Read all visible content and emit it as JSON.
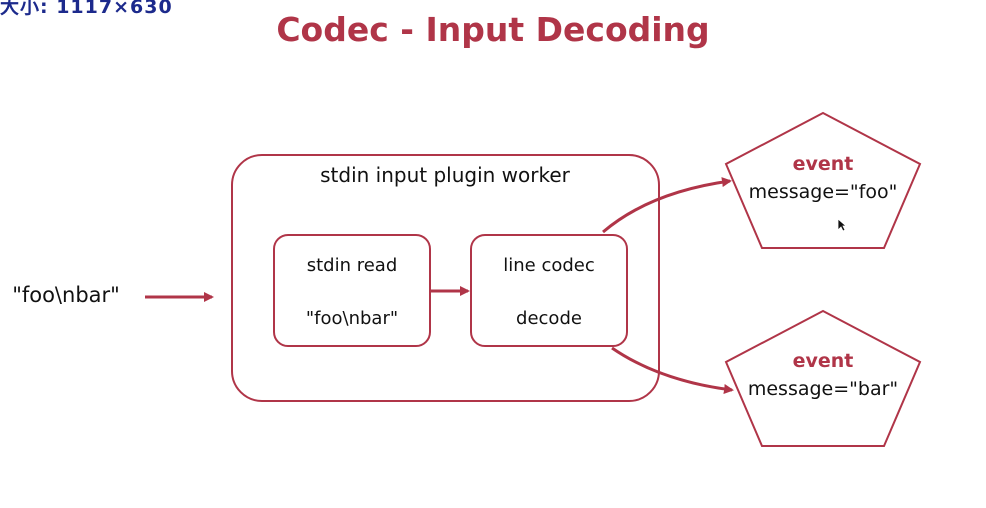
{
  "watermark": "大小: 1117×630",
  "title": "Codec - Input Decoding",
  "input": {
    "text": "\"foo\\nbar\""
  },
  "worker": {
    "title": "stdin input plugin worker",
    "read_box": {
      "line1": "stdin read",
      "line2": "\"foo\\nbar\""
    },
    "codec_box": {
      "line1": "line codec",
      "line2": "decode"
    }
  },
  "events": [
    {
      "title": "event",
      "message": "message=\"foo\""
    },
    {
      "title": "event",
      "message": "message=\"bar\""
    }
  ],
  "colors": {
    "accent": "#b03548",
    "watermark": "#1c2a8c"
  }
}
